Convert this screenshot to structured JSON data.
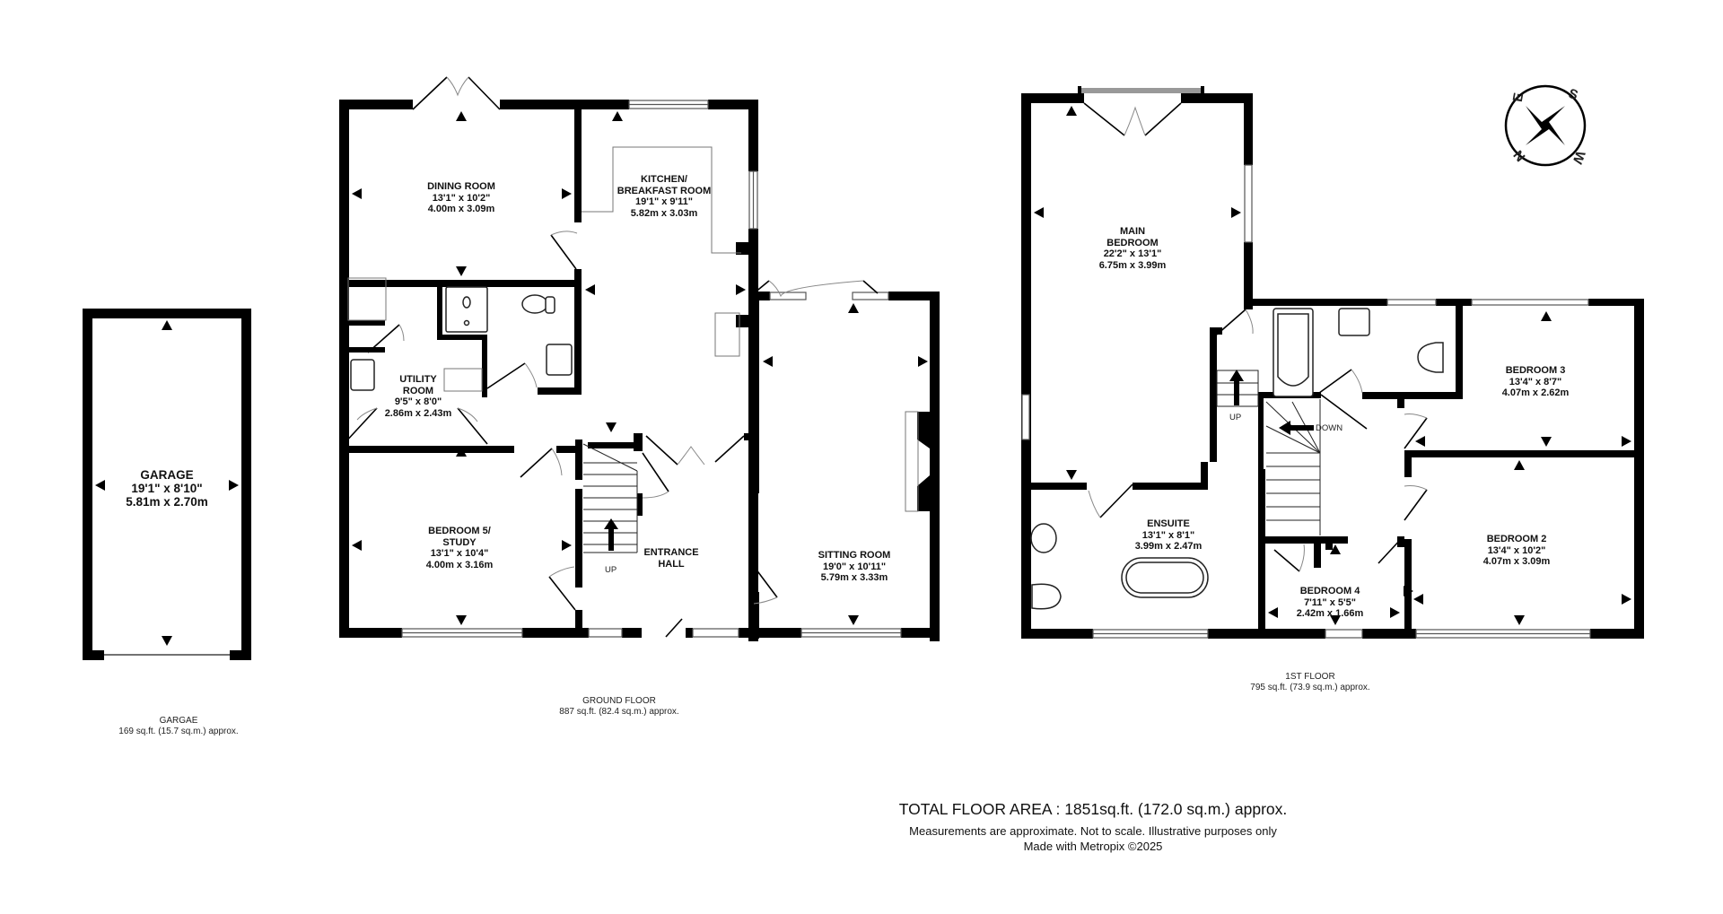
{
  "plan": {
    "garage": {
      "name": "GARAGE",
      "imperial": "19'1\"  x 8'10\"",
      "metric": "5.81m  x 2.70m",
      "caption_title": "GARGAE",
      "caption_area": "169 sq.ft. (15.7 sq.m.) approx."
    },
    "ground_floor": {
      "caption_title": "GROUND FLOOR",
      "caption_area": "887 sq.ft. (82.4 sq.m.) approx.",
      "rooms": [
        {
          "name": "DINING ROOM",
          "imperial": "13'1\"  x 10'2\"",
          "metric": "4.00m  x 3.09m"
        },
        {
          "name": "KITCHEN/",
          "name2": "BREAKFAST ROOM",
          "imperial": "19'1\"  x 9'11\"",
          "metric": "5.82m  x 3.03m"
        },
        {
          "name": "UTILITY",
          "name2": "ROOM",
          "imperial": "9'5\"  x 8'0\"",
          "metric": "2.86m  x 2.43m"
        },
        {
          "name": "BEDROOM 5/",
          "name2": "STUDY",
          "imperial": "13'1\"  x 10'4\"",
          "metric": "4.00m  x 3.16m"
        },
        {
          "name": "ENTRANCE",
          "name2": "HALL"
        },
        {
          "name": "SITTING ROOM",
          "imperial": "19'0\"  x 10'11\"",
          "metric": "5.79m  x 3.33m"
        }
      ],
      "stairs_label": "UP"
    },
    "first_floor": {
      "caption_title": "1ST FLOOR",
      "caption_area": "795 sq.ft. (73.9 sq.m.) approx.",
      "rooms": [
        {
          "name": "MAIN",
          "name2": "BEDROOM",
          "imperial": "22'2\"  x 13'1\"",
          "metric": "6.75m  x 3.99m"
        },
        {
          "name": "ENSUITE",
          "imperial": "13'1\"  x 8'1\"",
          "metric": "3.99m  x 2.47m"
        },
        {
          "name": "BEDROOM 4",
          "imperial": "7'11\"  x 5'5\"",
          "metric": "2.42m  x 1.66m"
        },
        {
          "name": "BEDROOM 3",
          "imperial": "13'4\"  x 8'7\"",
          "metric": "4.07m  x 2.62m"
        },
        {
          "name": "BEDROOM 2",
          "imperial": "13'4\"  x 10'2\"",
          "metric": "4.07m  x 3.09m"
        }
      ],
      "stairs_up_label": "UP",
      "stairs_down_label": "DOWN"
    },
    "compass": {
      "n": "N",
      "e": "E",
      "s": "S",
      "w": "W"
    },
    "footer": {
      "total": "TOTAL FLOOR AREA : 1851sq.ft. (172.0 sq.m.) approx.",
      "disclaimer": "Measurements are approximate.  Not to scale.  Illustrative purposes only",
      "credit": "Made with Metropix ©2025"
    }
  }
}
